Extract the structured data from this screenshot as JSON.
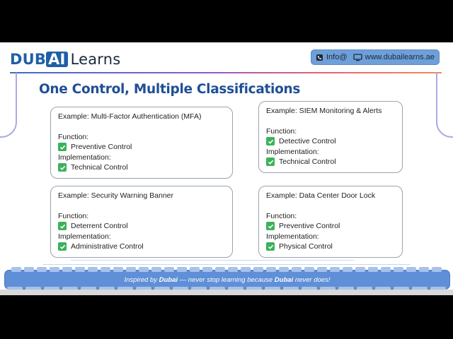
{
  "brand": {
    "part1": "DUB",
    "part2": "AI",
    "part3": "Learns"
  },
  "contact": {
    "email_label": "Info@",
    "website": "www.dubailearns.ae"
  },
  "slide": {
    "title": "One Control, Multiple Classifications"
  },
  "cards": [
    {
      "title": "Example: Multi-Factor Authentication (MFA)",
      "function_label": "Function:",
      "function_value": "Preventive Control",
      "implementation_label": "Implementation:",
      "implementation_value": "Technical Control"
    },
    {
      "title": "Example: SIEM Monitoring & Alerts",
      "function_label": "Function:",
      "function_value": "Detective Control",
      "implementation_label": "Implementation:",
      "implementation_value": "Technical Control"
    },
    {
      "title": "Example: Security Warning Banner",
      "function_label": "Function:",
      "function_value": "Deterrent Control",
      "implementation_label": "Implementation:",
      "implementation_value": "Administrative Control"
    },
    {
      "title": "Example: Data Center Door Lock",
      "function_label": "Function:",
      "function_value": "Preventive Control",
      "implementation_label": "Implementation:",
      "implementation_value": "Physical Control"
    }
  ],
  "footer": {
    "part1": "Inspired by ",
    "dubai1": "Dubai",
    "part2": " — never stop learning because ",
    "dubai2": "Dubai",
    "part3": " never does!"
  },
  "colors": {
    "brand_blue": "#1f5fa8",
    "title_blue": "#1f4f96",
    "check_green": "#3bb25a",
    "banner_blue": "#5f8fd6"
  }
}
